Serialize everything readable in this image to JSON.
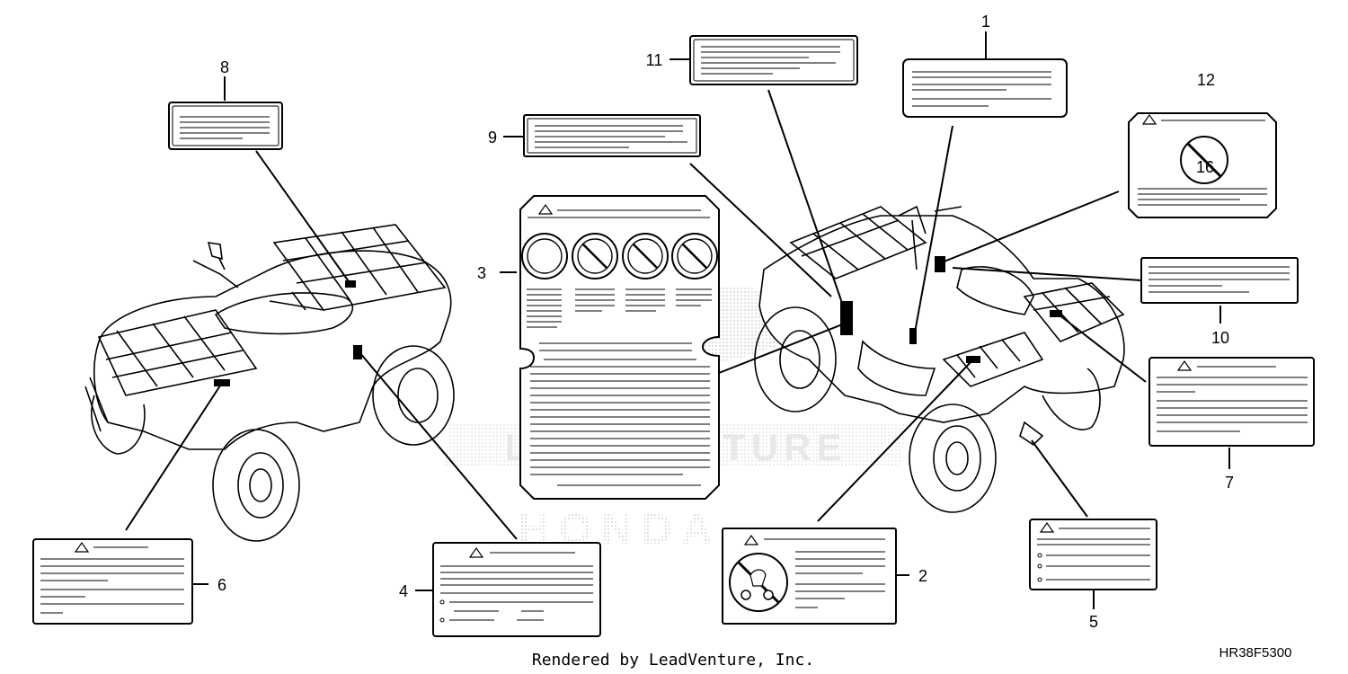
{
  "diagram": {
    "callouts": [
      "1",
      "2",
      "3",
      "4",
      "5",
      "6",
      "7",
      "8",
      "9",
      "10",
      "11",
      "12"
    ],
    "prohibition_age": "16",
    "watermark_primary": "LEADVENTURE",
    "watermark_secondary": "HONDA",
    "footer_credit": "Rendered by LeadVenture, Inc.",
    "drawing_code": "HR38F5300"
  }
}
